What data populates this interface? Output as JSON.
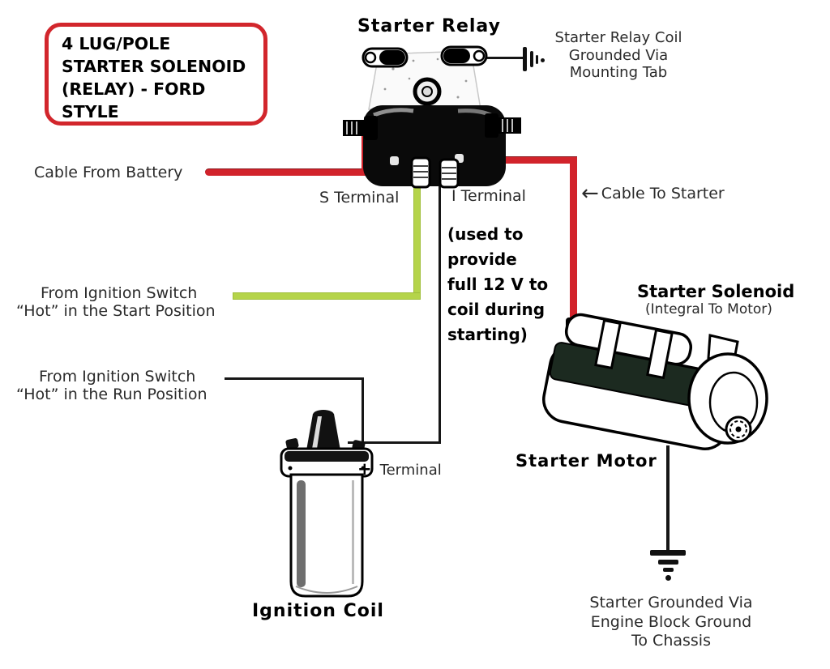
{
  "title_box": {
    "lines": [
      "4 LUG/POLE",
      "STARTER SOLENOID",
      "(RELAY) - FORD",
      "STYLE"
    ]
  },
  "relay": {
    "title": "Starter Relay",
    "coil_ground_note": [
      "Starter Relay Coil",
      "Grounded Via",
      "Mounting Tab"
    ],
    "s_terminal": "S Terminal",
    "i_terminal": "I Terminal"
  },
  "wires": {
    "battery": "Cable From Battery",
    "to_starter_arrow": "←",
    "to_starter": "Cable To Starter",
    "ign_start": [
      "From Ignition Switch",
      "“Hot” in the Start Position"
    ],
    "ign_run": [
      "From Ignition Switch",
      "“Hot” in the Run Position"
    ]
  },
  "i_terminal_note": {
    "lines": [
      "(used to",
      "provide",
      "full 12 V to",
      "coil during",
      "starting)"
    ]
  },
  "starter": {
    "solenoid_title": "Starter Solenoid",
    "solenoid_sub": "(Integral To Motor)",
    "motor_label": "Starter Motor",
    "ground_note": [
      "Starter Grounded Via",
      "Engine Block Ground",
      "To Chassis"
    ]
  },
  "coil": {
    "plus": "+",
    "terminal": "Terminal",
    "label": "Ignition Coil"
  },
  "colors": {
    "wire_red": "#d2232b",
    "wire_green": "#b5d44a",
    "wire_black": "#161616",
    "box_border": "#d2262c"
  }
}
